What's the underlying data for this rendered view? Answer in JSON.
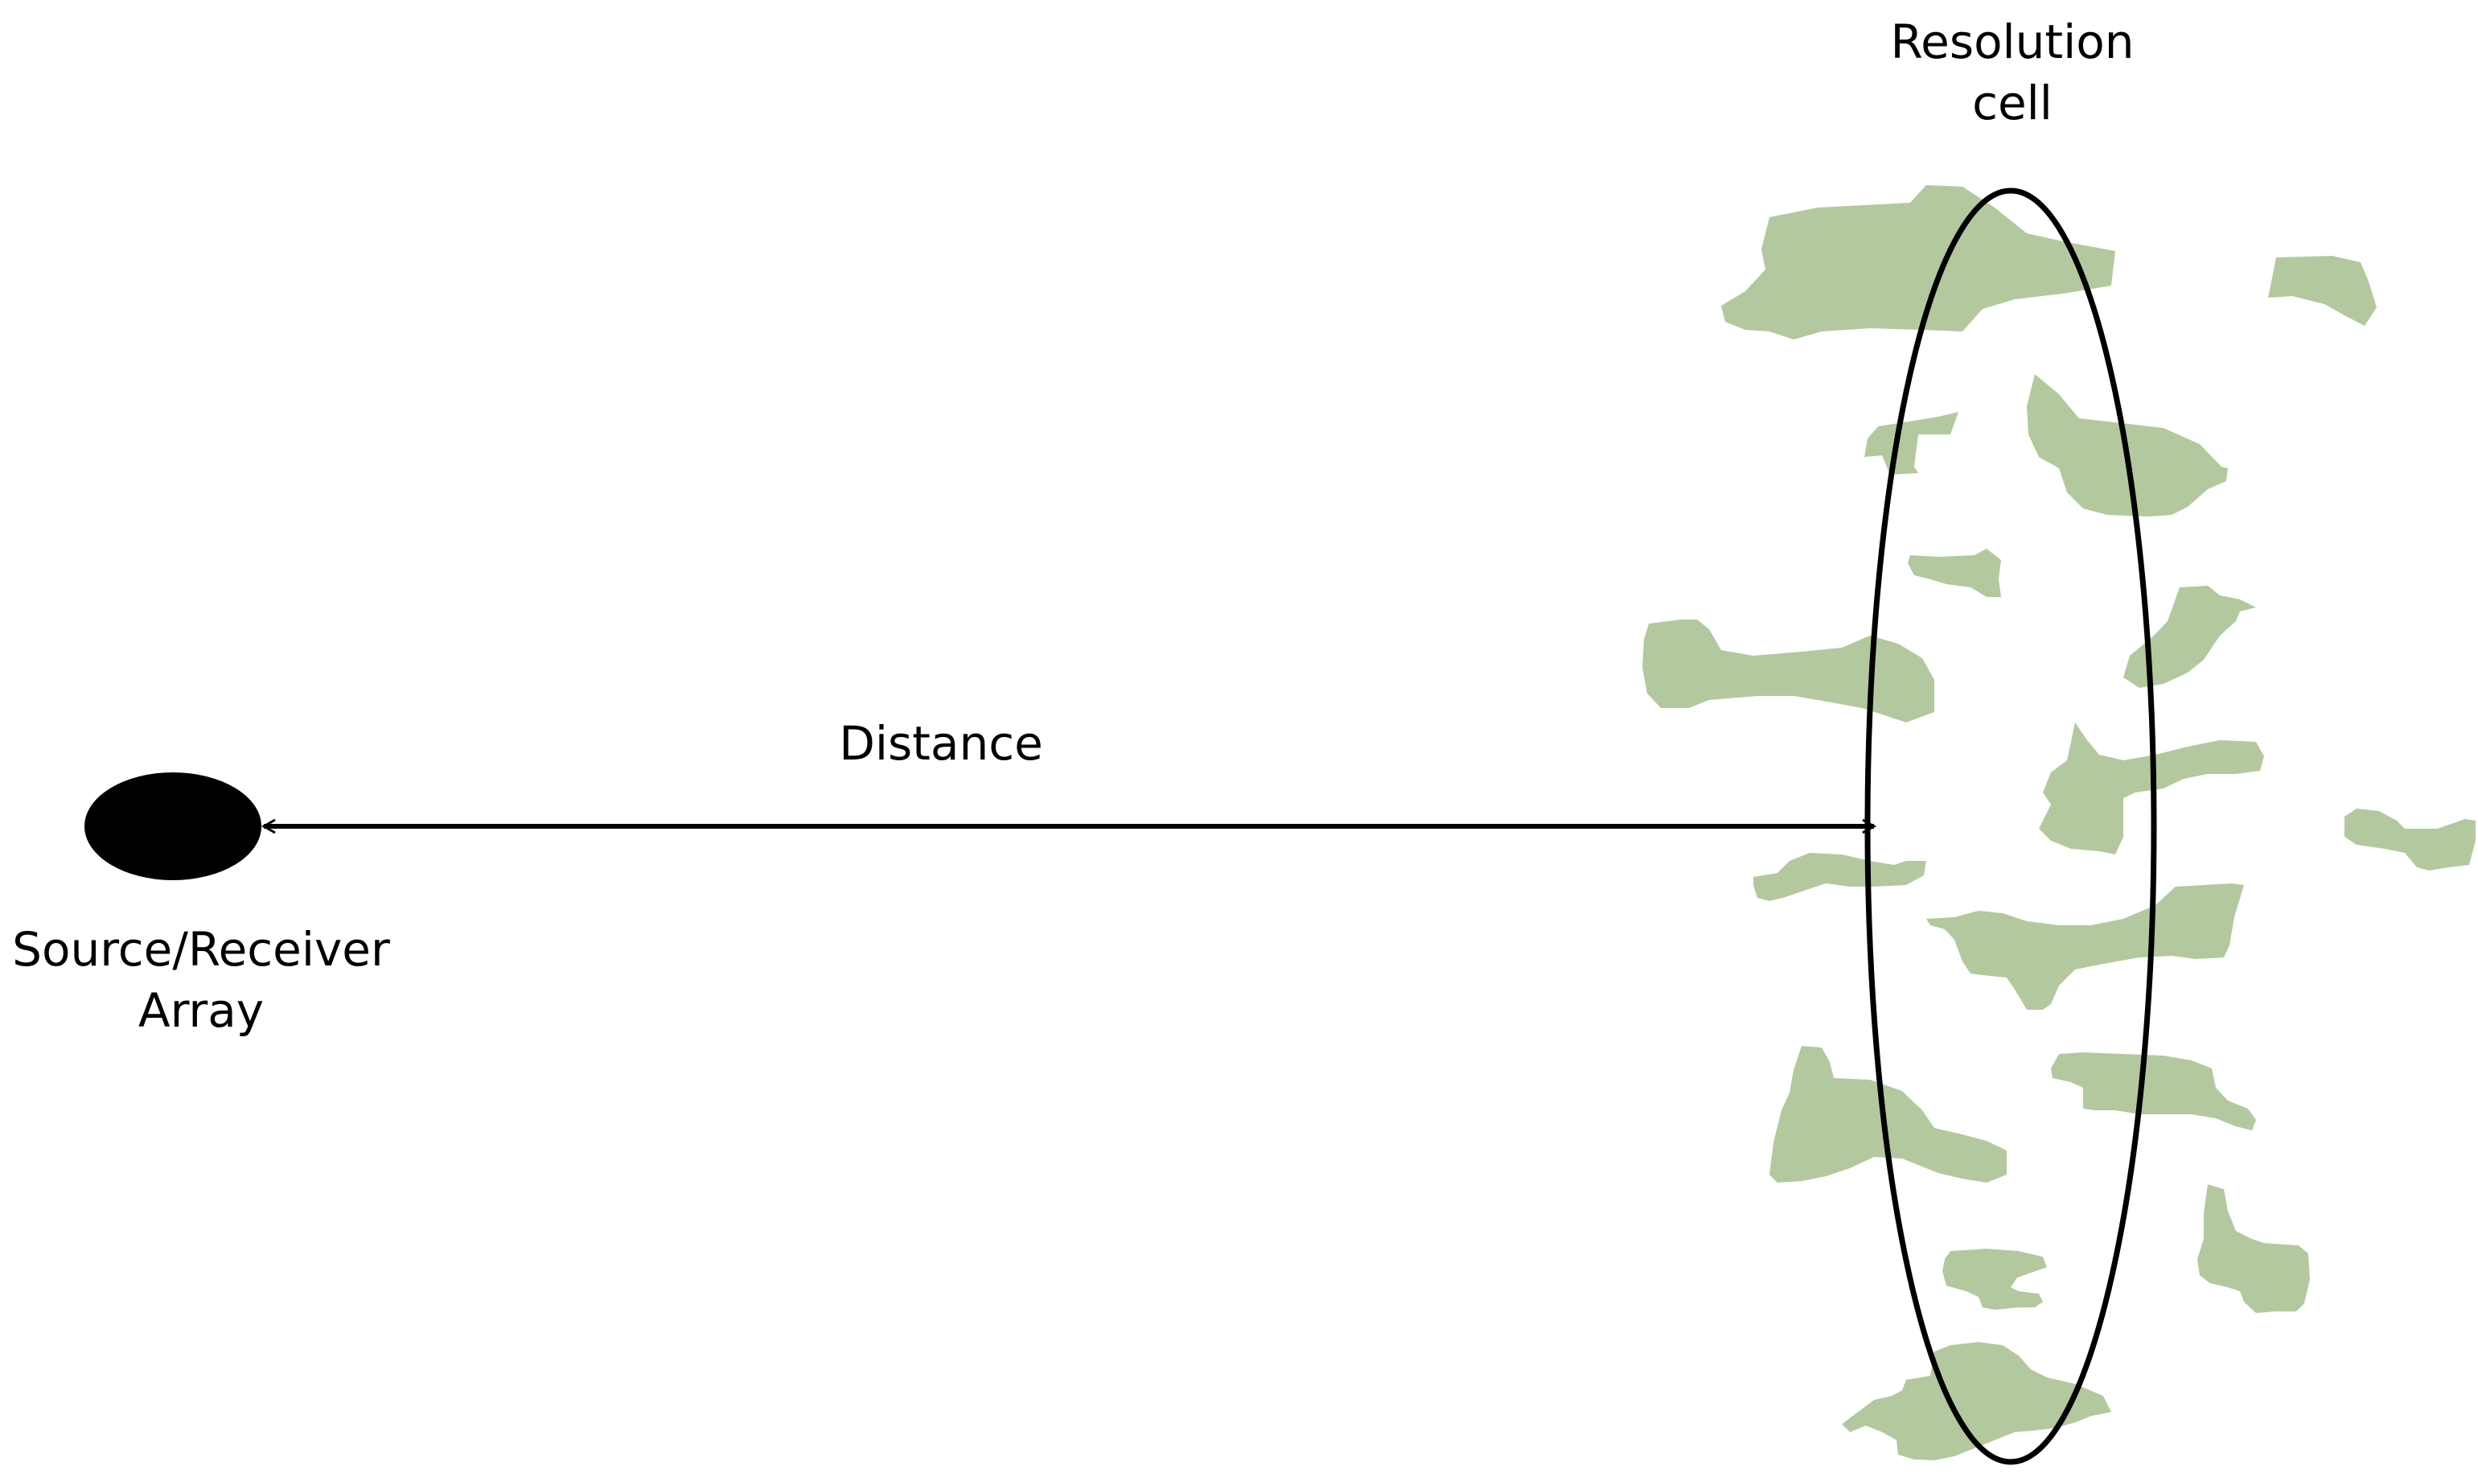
{
  "labels": {
    "resolution_line1": "Resolution",
    "resolution_line2": "cell",
    "distance": "Distance",
    "source_line1": "Source/Receiver",
    "source_line2": "Array"
  },
  "colors": {
    "scatterer": "#b4c8a0",
    "ink": "#000000",
    "background": "#ffffff"
  }
}
